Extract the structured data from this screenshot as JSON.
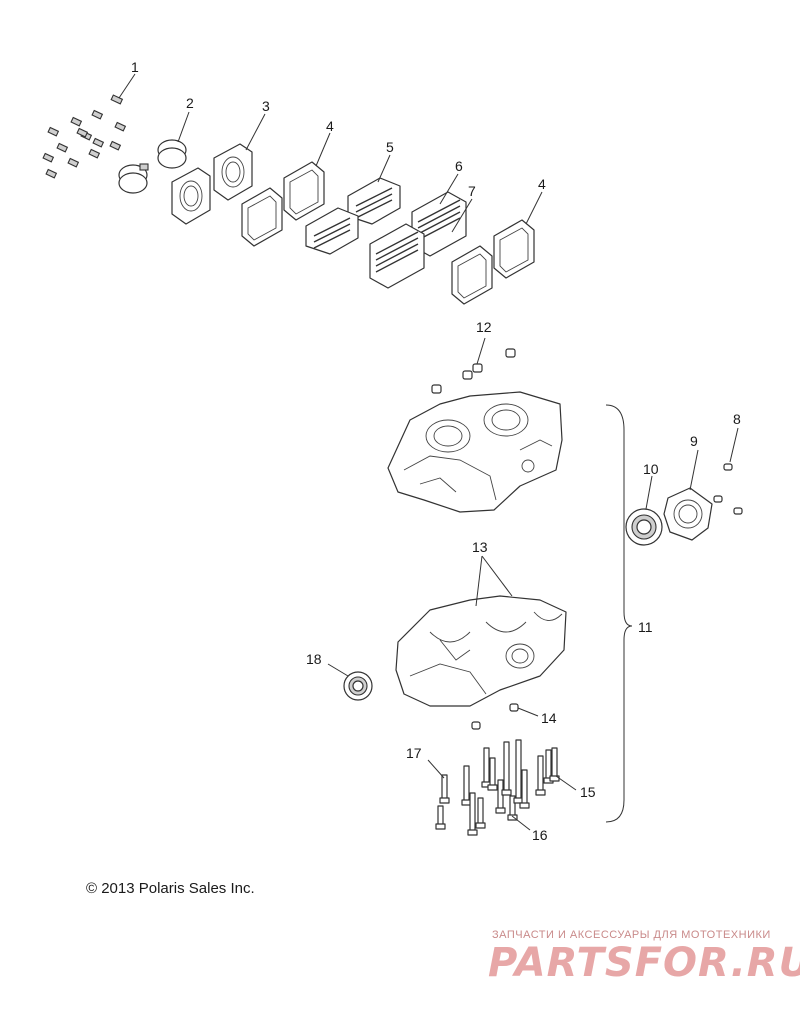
{
  "callouts": {
    "c1": "1",
    "c2": "2",
    "c3": "3",
    "c4a": "4",
    "c5": "5",
    "c6": "6",
    "c7": "7",
    "c4b": "4",
    "c8": "8",
    "c9": "9",
    "c10": "10",
    "c11": "11",
    "c12": "12",
    "c13": "13",
    "c14": "14",
    "c15": "15",
    "c16": "16",
    "c17": "17",
    "c18": "18"
  },
  "copyright": "© 2013 Polaris Sales Inc.",
  "watermark": {
    "tagline": "ЗАПЧАСТИ И АКСЕССУАРЫ ДЛЯ МОТОТЕХНИКИ",
    "logo_text": "PARTSFOR.RU"
  }
}
